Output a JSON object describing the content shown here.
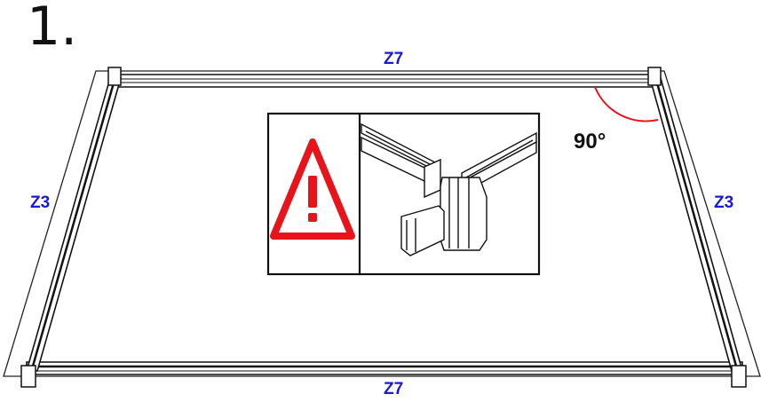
{
  "step_number": "1.",
  "labels": {
    "top": "Z7",
    "bottom": "Z7",
    "left": "Z3",
    "right": "Z3"
  },
  "angle": "90°",
  "colors": {
    "label": "#1a1ad6",
    "warning": "#e8141b",
    "angle_arc": "#e8141b",
    "line": "#111111"
  },
  "icons": [
    "warning-triangle-icon"
  ]
}
